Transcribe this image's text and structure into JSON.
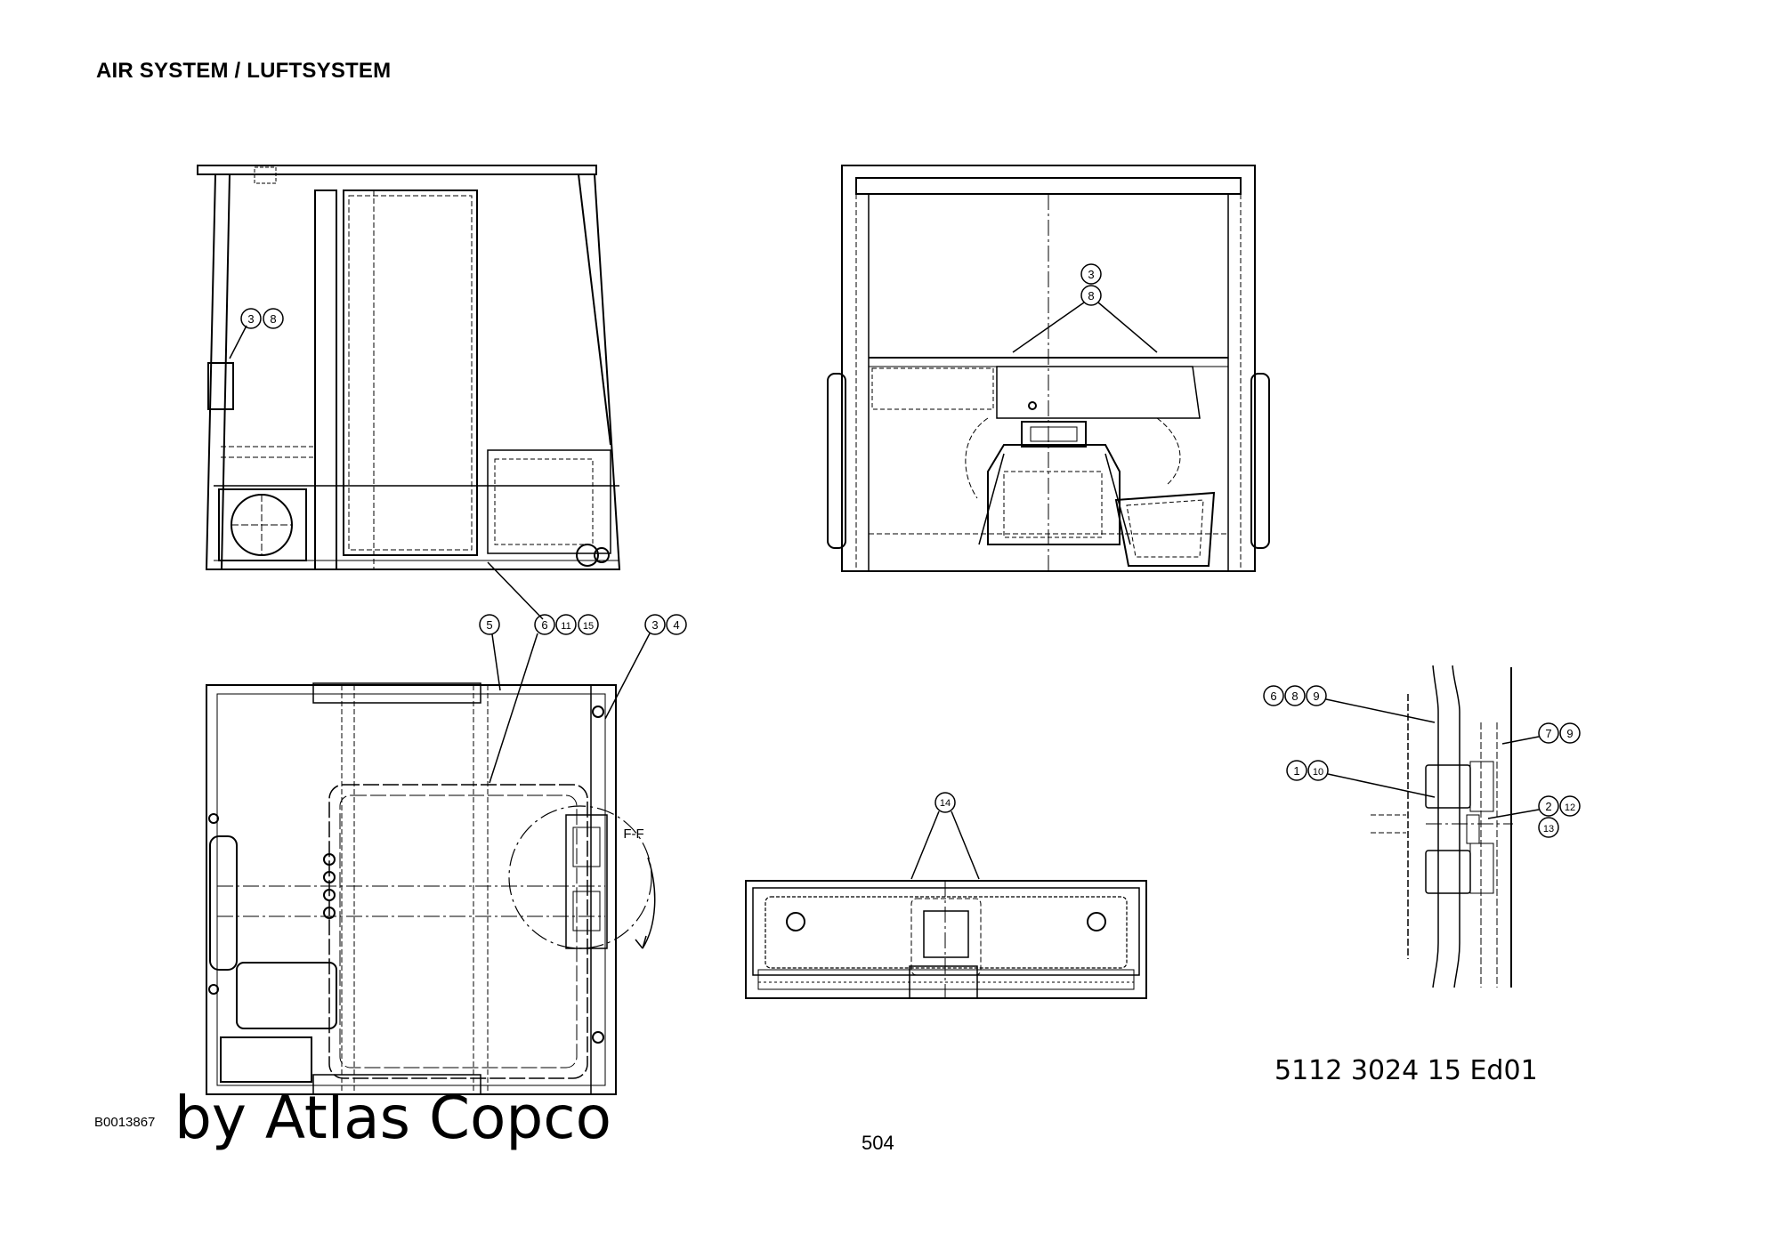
{
  "header": {
    "title": "AIR SYSTEM / LUFTSYSTEM"
  },
  "footer": {
    "document_number": "5112 3024 15  Ed01",
    "figure_id": "B0013867",
    "brand_text": "by Atlas Copco",
    "page_number": "504"
  },
  "callouts": {
    "side": [
      "3",
      "8"
    ],
    "front": [
      "3",
      "8"
    ],
    "plan_top": [
      "5",
      "6",
      "11",
      "15",
      "3",
      "4"
    ],
    "section": "F-F",
    "bottom": [
      "14"
    ],
    "detail": [
      "6",
      "8",
      "9",
      "7",
      "9",
      "1",
      "10",
      "2",
      "12",
      "13"
    ]
  }
}
